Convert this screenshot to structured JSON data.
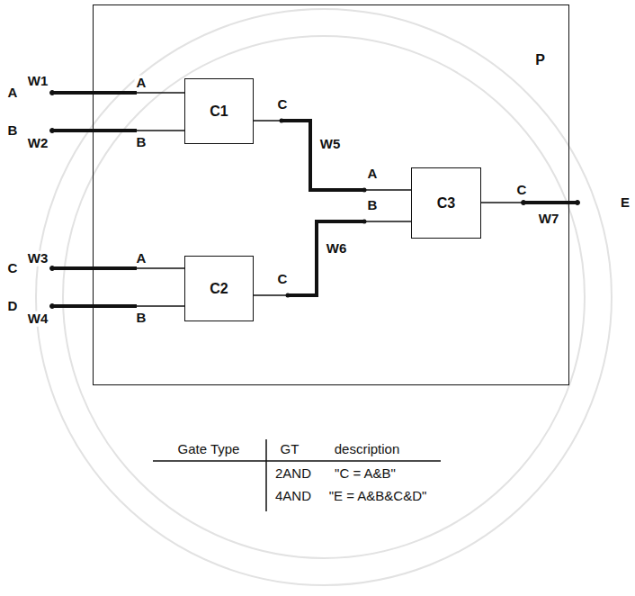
{
  "diagram": {
    "nodes": [
      {
        "text": [
          "P"
        ]
      },
      {
        "text": [
          "C1"
        ],
        "in": 0
      },
      {
        "text": [
          "C2"
        ],
        "in": 0
      },
      {
        "text": [
          "C3"
        ],
        "in": 0
      }
    ],
    "edges": [
      {
        "from": 1,
        "to": 3,
        "arrow": "none",
        "label": "W5"
      },
      {
        "from": 2,
        "to": 3,
        "arrow": "none",
        "label": "W6"
      }
    ],
    "labels": [
      "A",
      "W1",
      "A",
      "B",
      "W2",
      "B",
      "C",
      "C",
      "W3",
      "A",
      "D",
      "W4",
      "B",
      "C",
      "A",
      "B",
      "C",
      "E",
      "W7",
      "Gate Type",
      "GT",
      "description",
      "2AND",
      "\"C = A&B\"",
      "4AND",
      "\"E = A&B&C&D\""
    ]
  }
}
